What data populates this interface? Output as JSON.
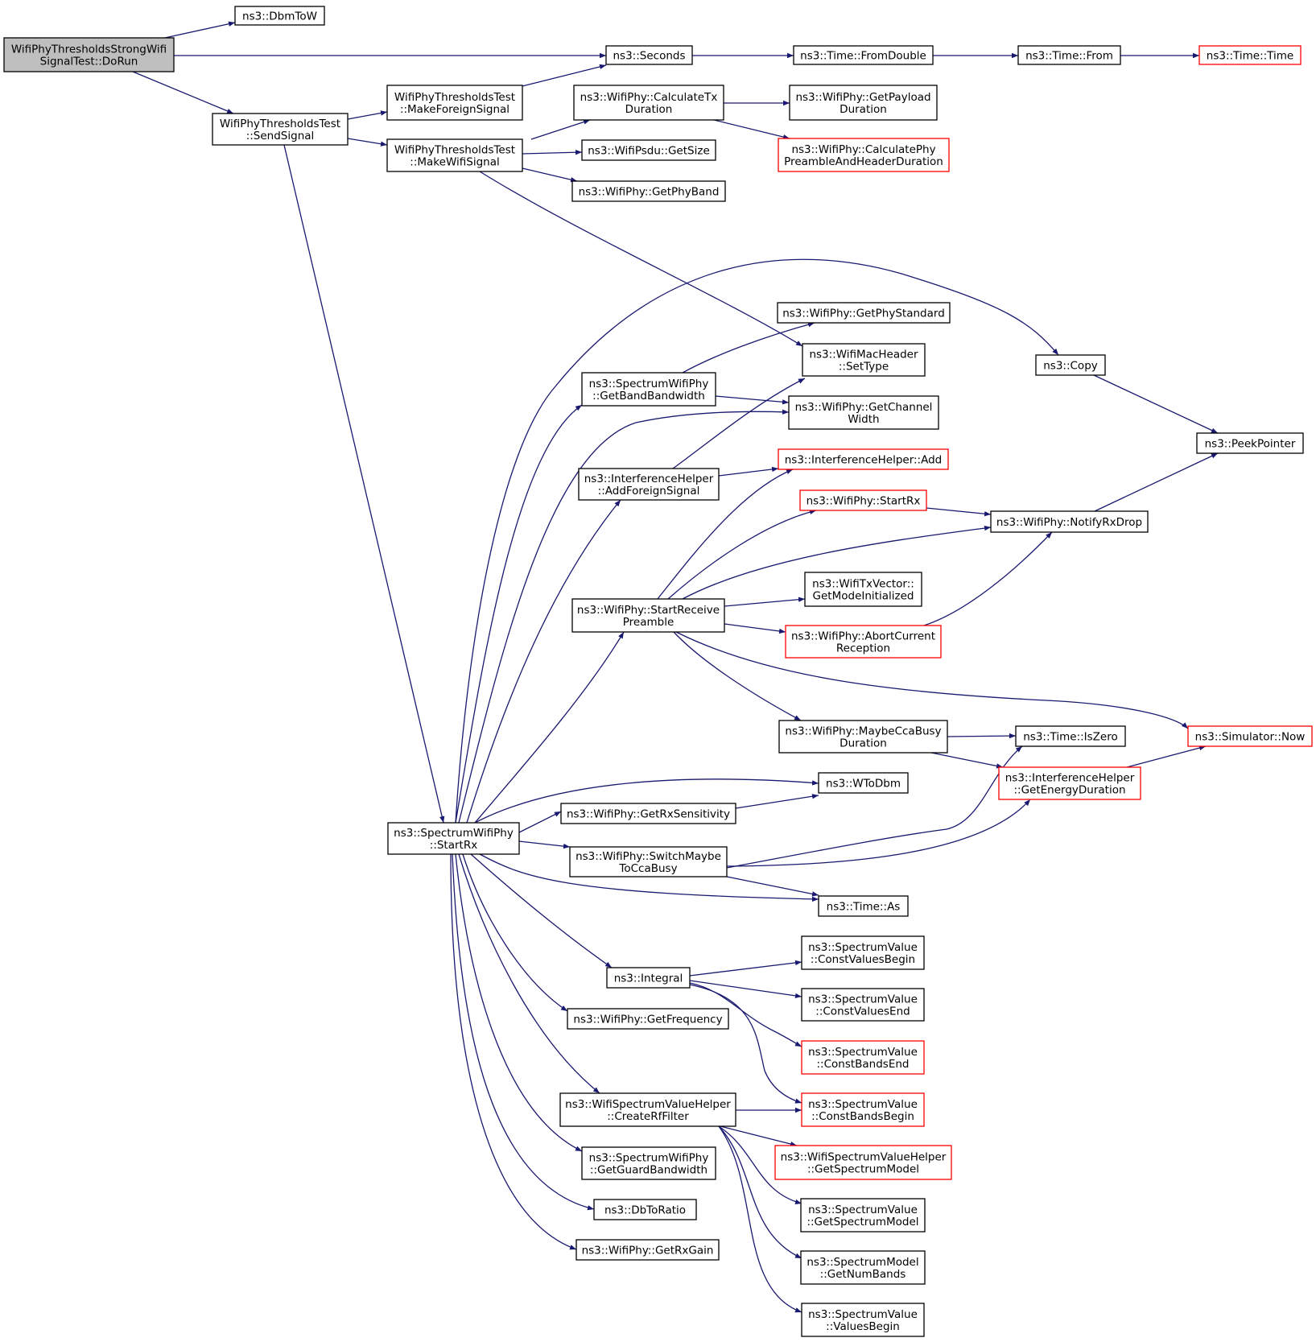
{
  "graph": {
    "nodes": [
      {
        "id": "dorun",
        "lines": [
          "WifiPhyThresholdsStrongWifi",
          "SignalTest::DoRun"
        ],
        "border": "black",
        "highlight": true,
        "link": false
      },
      {
        "id": "dbmtow",
        "lines": [
          "ns3::DbmToW"
        ],
        "border": "black",
        "link": true
      },
      {
        "id": "seconds",
        "lines": [
          "ns3::Seconds"
        ],
        "border": "black",
        "link": true
      },
      {
        "id": "fromdouble",
        "lines": [
          "ns3::Time::FromDouble"
        ],
        "border": "black",
        "link": true
      },
      {
        "id": "timefrom",
        "lines": [
          "ns3::Time::From"
        ],
        "border": "black",
        "link": true
      },
      {
        "id": "timetime",
        "lines": [
          "ns3::Time::Time"
        ],
        "border": "red",
        "link": true
      },
      {
        "id": "sendsignal",
        "lines": [
          "WifiPhyThresholdsTest",
          "::SendSignal"
        ],
        "border": "black",
        "link": true
      },
      {
        "id": "makeforeign",
        "lines": [
          "WifiPhyThresholdsTest",
          "::MakeForeignSignal"
        ],
        "border": "black",
        "link": true
      },
      {
        "id": "makewifi",
        "lines": [
          "WifiPhyThresholdsTest",
          "::MakeWifiSignal"
        ],
        "border": "black",
        "link": true
      },
      {
        "id": "calctx",
        "lines": [
          "ns3::WifiPhy::CalculateTx",
          "Duration"
        ],
        "border": "black",
        "link": true
      },
      {
        "id": "getpayload",
        "lines": [
          "ns3::WifiPhy::GetPayload",
          "Duration"
        ],
        "border": "black",
        "link": true
      },
      {
        "id": "calcphy",
        "lines": [
          "ns3::WifiPhy::CalculatePhy",
          "PreambleAndHeaderDuration"
        ],
        "border": "red",
        "link": true
      },
      {
        "id": "psdusize",
        "lines": [
          "ns3::WifiPsdu::GetSize"
        ],
        "border": "black",
        "link": true
      },
      {
        "id": "getphyband",
        "lines": [
          "ns3::WifiPhy::GetPhyBand"
        ],
        "border": "black",
        "link": true
      },
      {
        "id": "getphystd",
        "lines": [
          "ns3::WifiPhy::GetPhyStandard"
        ],
        "border": "black",
        "link": true
      },
      {
        "id": "settype",
        "lines": [
          "ns3::WifiMacHeader",
          "::SetType"
        ],
        "border": "black",
        "link": true
      },
      {
        "id": "copy",
        "lines": [
          "ns3::Copy"
        ],
        "border": "black",
        "link": true
      },
      {
        "id": "getbandbw",
        "lines": [
          "ns3::SpectrumWifiPhy",
          "::GetBandBandwidth"
        ],
        "border": "black",
        "link": true
      },
      {
        "id": "getchanw",
        "lines": [
          "ns3::WifiPhy::GetChannel",
          "Width"
        ],
        "border": "black",
        "link": true
      },
      {
        "id": "peekpointer",
        "lines": [
          "ns3::PeekPointer"
        ],
        "border": "black",
        "link": true
      },
      {
        "id": "ihadd",
        "lines": [
          "ns3::InterferenceHelper::Add"
        ],
        "border": "red",
        "link": true
      },
      {
        "id": "addforeign",
        "lines": [
          "ns3::InterferenceHelper",
          "::AddForeignSignal"
        ],
        "border": "black",
        "link": true
      },
      {
        "id": "phystartrx",
        "lines": [
          "ns3::WifiPhy::StartRx"
        ],
        "border": "red",
        "link": true
      },
      {
        "id": "notifyrxdrop",
        "lines": [
          "ns3::WifiPhy::NotifyRxDrop"
        ],
        "border": "black",
        "link": true
      },
      {
        "id": "getmodeinit",
        "lines": [
          "ns3::WifiTxVector::",
          "GetModeInitialized"
        ],
        "border": "black",
        "link": true
      },
      {
        "id": "startrecv",
        "lines": [
          "ns3::WifiPhy::StartReceive",
          "Preamble"
        ],
        "border": "black",
        "link": true
      },
      {
        "id": "abortcur",
        "lines": [
          "ns3::WifiPhy::AbortCurrent",
          "Reception"
        ],
        "border": "red",
        "link": true
      },
      {
        "id": "maybecca",
        "lines": [
          "ns3::WifiPhy::MaybeCcaBusy",
          "Duration"
        ],
        "border": "black",
        "link": true
      },
      {
        "id": "iszero",
        "lines": [
          "ns3::Time::IsZero"
        ],
        "border": "black",
        "link": true
      },
      {
        "id": "simnow",
        "lines": [
          "ns3::Simulator::Now"
        ],
        "border": "red",
        "link": true
      },
      {
        "id": "getenergy",
        "lines": [
          "ns3::InterferenceHelper",
          "::GetEnergyDuration"
        ],
        "border": "red",
        "link": true
      },
      {
        "id": "wtodbm",
        "lines": [
          "ns3::WToDbm"
        ],
        "border": "black",
        "link": true
      },
      {
        "id": "getrxsens",
        "lines": [
          "ns3::WifiPhy::GetRxSensitivity"
        ],
        "border": "black",
        "link": true
      },
      {
        "id": "spstartrx",
        "lines": [
          "ns3::SpectrumWifiPhy",
          "::StartRx"
        ],
        "border": "black",
        "link": true
      },
      {
        "id": "switchmaybe",
        "lines": [
          "ns3::WifiPhy::SwitchMaybe",
          "ToCcaBusy"
        ],
        "border": "black",
        "link": true
      },
      {
        "id": "timeas",
        "lines": [
          "ns3::Time::As"
        ],
        "border": "black",
        "link": true
      },
      {
        "id": "integral",
        "lines": [
          "ns3::Integral"
        ],
        "border": "black",
        "link": true
      },
      {
        "id": "cvbegin",
        "lines": [
          "ns3::SpectrumValue",
          "::ConstValuesBegin"
        ],
        "border": "black",
        "link": true
      },
      {
        "id": "cvend",
        "lines": [
          "ns3::SpectrumValue",
          "::ConstValuesEnd"
        ],
        "border": "black",
        "link": true
      },
      {
        "id": "cbend",
        "lines": [
          "ns3::SpectrumValue",
          "::ConstBandsEnd"
        ],
        "border": "red",
        "link": true
      },
      {
        "id": "getfreq",
        "lines": [
          "ns3::WifiPhy::GetFrequency"
        ],
        "border": "black",
        "link": true
      },
      {
        "id": "createrf",
        "lines": [
          "ns3::WifiSpectrumValueHelper",
          "::CreateRfFilter"
        ],
        "border": "black",
        "link": true
      },
      {
        "id": "cbbegin",
        "lines": [
          "ns3::SpectrumValue",
          "::ConstBandsBegin"
        ],
        "border": "red",
        "link": true
      },
      {
        "id": "wsvhgetsm",
        "lines": [
          "ns3::WifiSpectrumValueHelper",
          "::GetSpectrumModel"
        ],
        "border": "red",
        "link": true
      },
      {
        "id": "getguardbw",
        "lines": [
          "ns3::SpectrumWifiPhy",
          "::GetGuardBandwidth"
        ],
        "border": "black",
        "link": true
      },
      {
        "id": "svgetsm",
        "lines": [
          "ns3::SpectrumValue",
          "::GetSpectrumModel"
        ],
        "border": "black",
        "link": true
      },
      {
        "id": "dbtoratio",
        "lines": [
          "ns3::DbToRatio"
        ],
        "border": "black",
        "link": true
      },
      {
        "id": "getnumbands",
        "lines": [
          "ns3::SpectrumModel",
          "::GetNumBands"
        ],
        "border": "black",
        "link": true
      },
      {
        "id": "getrxgain",
        "lines": [
          "ns3::WifiPhy::GetRxGain"
        ],
        "border": "black",
        "link": true
      },
      {
        "id": "valbegin",
        "lines": [
          "ns3::SpectrumValue",
          "::ValuesBegin"
        ],
        "border": "black",
        "link": true
      }
    ],
    "edges": [
      [
        "dorun",
        "dbmtow"
      ],
      [
        "dorun",
        "seconds"
      ],
      [
        "dorun",
        "sendsignal"
      ],
      [
        "seconds",
        "fromdouble"
      ],
      [
        "fromdouble",
        "timefrom"
      ],
      [
        "timefrom",
        "timetime"
      ],
      [
        "sendsignal",
        "makeforeign"
      ],
      [
        "sendsignal",
        "makewifi"
      ],
      [
        "sendsignal",
        "spstartrx"
      ],
      [
        "makeforeign",
        "seconds"
      ],
      [
        "makewifi",
        "calctx"
      ],
      [
        "makewifi",
        "psdusize"
      ],
      [
        "makewifi",
        "getphyband"
      ],
      [
        "makewifi",
        "settype"
      ],
      [
        "calctx",
        "getpayload"
      ],
      [
        "calctx",
        "calcphy"
      ],
      [
        "copy",
        "peekpointer"
      ],
      [
        "getbandbw",
        "getphystd"
      ],
      [
        "getbandbw",
        "getchanw"
      ],
      [
        "addforeign",
        "settype"
      ],
      [
        "addforeign",
        "ihadd"
      ],
      [
        "phystartrx",
        "notifyrxdrop"
      ],
      [
        "notifyrxdrop",
        "peekpointer"
      ],
      [
        "startrecv",
        "ihadd"
      ],
      [
        "startrecv",
        "phystartrx"
      ],
      [
        "startrecv",
        "notifyrxdrop"
      ],
      [
        "startrecv",
        "getmodeinit"
      ],
      [
        "startrecv",
        "abortcur"
      ],
      [
        "startrecv",
        "simnow"
      ],
      [
        "startrecv",
        "maybecca"
      ],
      [
        "abortcur",
        "notifyrxdrop"
      ],
      [
        "maybecca",
        "iszero"
      ],
      [
        "maybecca",
        "getenergy"
      ],
      [
        "getenergy",
        "simnow"
      ],
      [
        "getrxsens",
        "wtodbm"
      ],
      [
        "switchmaybe",
        "iszero"
      ],
      [
        "switchmaybe",
        "getenergy"
      ],
      [
        "switchmaybe",
        "timeas"
      ],
      [
        "spstartrx",
        "copy"
      ],
      [
        "spstartrx",
        "getbandbw"
      ],
      [
        "spstartrx",
        "getchanw"
      ],
      [
        "spstartrx",
        "addforeign"
      ],
      [
        "spstartrx",
        "startrecv"
      ],
      [
        "spstartrx",
        "wtodbm"
      ],
      [
        "spstartrx",
        "getrxsens"
      ],
      [
        "spstartrx",
        "switchmaybe"
      ],
      [
        "spstartrx",
        "timeas"
      ],
      [
        "spstartrx",
        "integral"
      ],
      [
        "spstartrx",
        "getfreq"
      ],
      [
        "spstartrx",
        "createrf"
      ],
      [
        "spstartrx",
        "getguardbw"
      ],
      [
        "spstartrx",
        "dbtoratio"
      ],
      [
        "spstartrx",
        "getrxgain"
      ],
      [
        "integral",
        "cvbegin"
      ],
      [
        "integral",
        "cvend"
      ],
      [
        "integral",
        "cbend"
      ],
      [
        "integral",
        "cbbegin"
      ],
      [
        "createrf",
        "cbbegin"
      ],
      [
        "createrf",
        "wsvhgetsm"
      ],
      [
        "createrf",
        "svgetsm"
      ],
      [
        "createrf",
        "getnumbands"
      ],
      [
        "createrf",
        "valbegin"
      ]
    ]
  },
  "colors": {
    "edge": "#191970",
    "node_border": "#000000",
    "node_border_red": "#ff0000",
    "node_fill": "#ffffff",
    "highlight_fill": "#bfbfbf"
  }
}
